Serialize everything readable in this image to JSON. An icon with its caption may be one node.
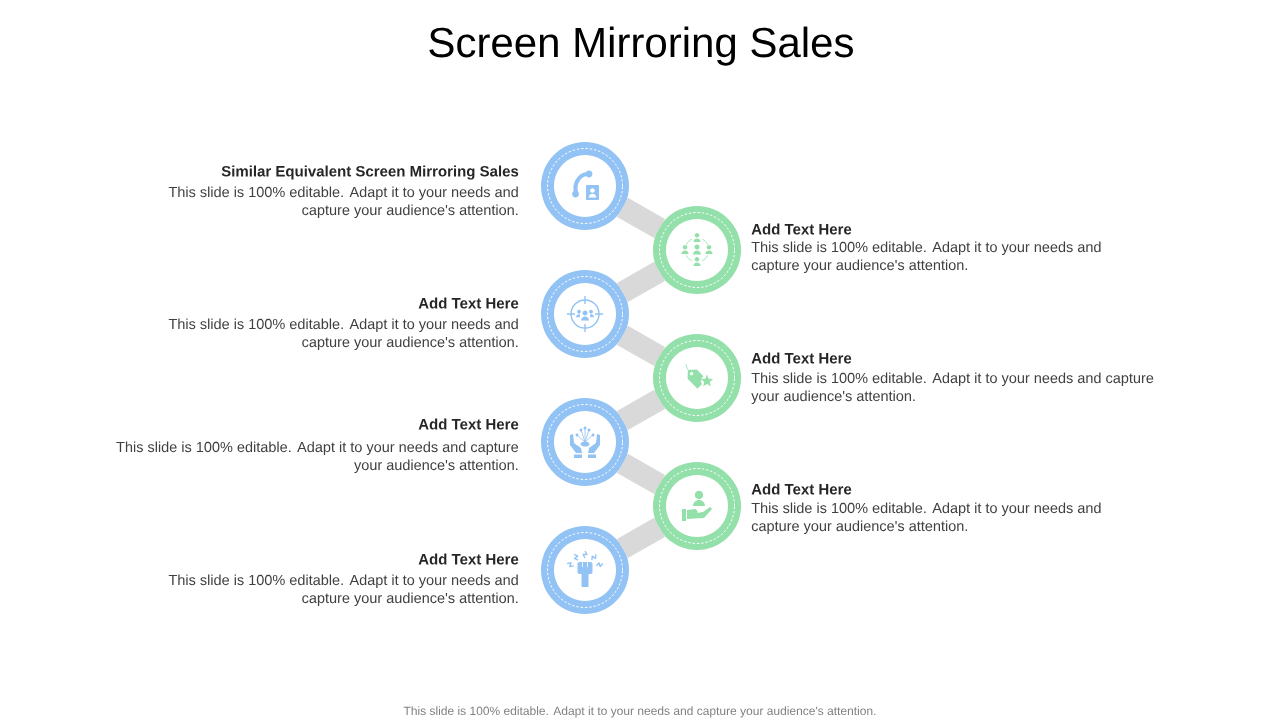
{
  "diagram": {
    "title": "Screen Mirroring Sales",
    "nodes": [
      {
        "text": [],
        "shape": "circle",
        "beside": [
          "Similar Equivalent Screen Mirroring Sales",
          "This slide is 100% editable. Adapt it to your needs and capture your audience's attention."
        ]
      },
      {
        "text": [],
        "shape": "circle",
        "beside": [
          "Add Text Here",
          "This slide is 100% editable. Adapt it to your needs and capture your audience's attention."
        ]
      },
      {
        "text": [],
        "shape": "circle",
        "beside": [
          "Add Text Here",
          "This slide is 100% editable. Adapt it to your needs and capture your audience's attention."
        ]
      },
      {
        "text": [],
        "shape": "circle",
        "beside": [
          "Add Text Here",
          "This slide is 100% editable. Adapt it to your needs and capture your audience's attention."
        ]
      },
      {
        "text": [],
        "shape": "circle",
        "beside": [
          "Add Text Here",
          "This slide is 100% editable. Adapt it to your needs and capture your audience's attention."
        ]
      },
      {
        "text": [],
        "shape": "circle",
        "beside": [
          "Add Text Here",
          "This slide is 100% editable. Adapt it to your needs and capture your audience's attention."
        ]
      },
      {
        "text": [],
        "shape": "circle",
        "beside": [
          "Add Text Here",
          "This slide is 100% editable. Adapt it to your needs and capture your audience's attention."
        ]
      }
    ],
    "edges": [
      {
        "from": 0,
        "to": 1,
        "arrow": "none"
      },
      {
        "from": 1,
        "to": 2,
        "arrow": "none"
      },
      {
        "from": 2,
        "to": 3,
        "arrow": "none"
      },
      {
        "from": 3,
        "to": 4,
        "arrow": "none"
      },
      {
        "from": 4,
        "to": 5,
        "arrow": "none"
      },
      {
        "from": 5,
        "to": 6,
        "arrow": "none"
      }
    ],
    "labels": [
      "This slide is 100% editable. Adapt it to your needs and capture your audience's attention."
    ]
  }
}
